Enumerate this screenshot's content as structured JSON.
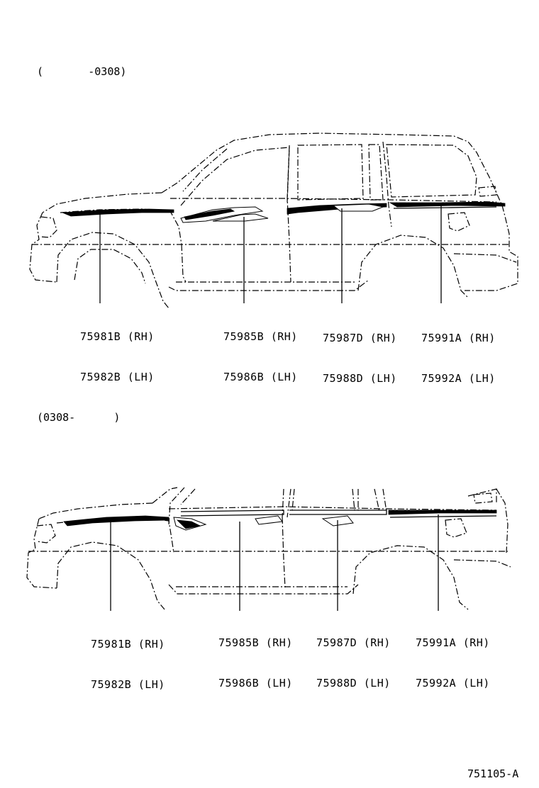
{
  "diagram": {
    "top": {
      "period": "(       -0308)",
      "callouts": [
        {
          "rh": "75981B (RH)",
          "lh": "75982B (LH)"
        },
        {
          "rh": "75985B (RH)",
          "lh": "75986B (LH)"
        },
        {
          "rh": "75987D (RH)",
          "lh": "75988D (LH)"
        },
        {
          "rh": "75991A (RH)",
          "lh": "75992A (LH)"
        }
      ]
    },
    "bottom": {
      "period": "(0308-      )",
      "callouts": [
        {
          "rh": "75981B (RH)",
          "lh": "75982B (LH)"
        },
        {
          "rh": "75985B (RH)",
          "lh": "75986B (LH)"
        },
        {
          "rh": "75987D (RH)",
          "lh": "75988D (LH)"
        },
        {
          "rh": "75991A (RH)",
          "lh": "75992A (LH)"
        }
      ]
    },
    "figure_id": "751105-A"
  }
}
